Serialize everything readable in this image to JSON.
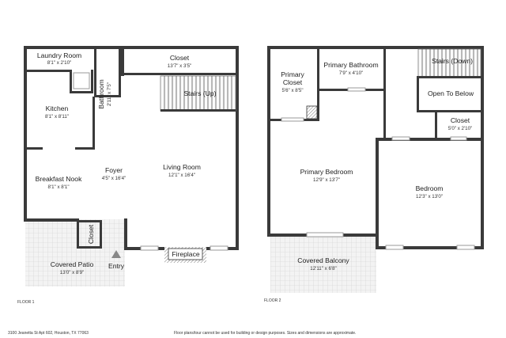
{
  "floors": {
    "floor1": {
      "label": "FLOOR 1",
      "rooms": [
        {
          "key": "laundry",
          "name": "Laundry Room",
          "dim": "8'1\" x 2'10\""
        },
        {
          "key": "bathroom",
          "name": "Bathroom",
          "dim": "2'11\" x 7'5\""
        },
        {
          "key": "closet_top",
          "name": "Closet",
          "dim": "13'7\" x 3'5\""
        },
        {
          "key": "stairs_up",
          "name": "Stairs (Up)",
          "dim": ""
        },
        {
          "key": "kitchen",
          "name": "Kitchen",
          "dim": "8'1\" x 8'11\""
        },
        {
          "key": "breakfast",
          "name": "Breakfast Nook",
          "dim": "8'1\" x 8'1\""
        },
        {
          "key": "foyer",
          "name": "Foyer",
          "dim": "4'5\" x 16'4\""
        },
        {
          "key": "living",
          "name": "Living Room",
          "dim": "12'1\" x 16'4\""
        },
        {
          "key": "closet_small",
          "name": "Closet",
          "dim": ""
        },
        {
          "key": "covered_patio",
          "name": "Covered Patio",
          "dim": "13'0\" x 8'9\""
        },
        {
          "key": "entry",
          "name": "Entry",
          "dim": ""
        },
        {
          "key": "fireplace",
          "name": "Fireplace",
          "dim": ""
        }
      ]
    },
    "floor2": {
      "label": "FLOOR 2",
      "rooms": [
        {
          "key": "primary_closet",
          "name": "Primary Closet",
          "line1": "Primary",
          "line2": "Closet",
          "dim": "5'6\" x 8'5\""
        },
        {
          "key": "primary_bath",
          "name": "Primary Bathroom",
          "dim": "7'9\" x 4'10\""
        },
        {
          "key": "stairs_down",
          "name": "Stairs (Down)",
          "dim": ""
        },
        {
          "key": "open_below",
          "name": "Open To Below",
          "dim": ""
        },
        {
          "key": "closet2",
          "name": "Closet",
          "dim": "5'0\" x 2'10\""
        },
        {
          "key": "primary_bed",
          "name": "Primary Bedroom",
          "dim": "12'9\" x 13'7\""
        },
        {
          "key": "bedroom",
          "name": "Bedroom",
          "dim": "12'3\" x 13'0\""
        },
        {
          "key": "covered_balcony",
          "name": "Covered Balcony",
          "dim": "12'11\" x 6'8\""
        }
      ]
    }
  },
  "footer": {
    "address": "3100 Jeanetta St Apt 602, Houston, TX 77063",
    "disclaimer": "Floor plans/tour cannot be used for building or design purposes. Sizes and dimensions are approximate."
  }
}
